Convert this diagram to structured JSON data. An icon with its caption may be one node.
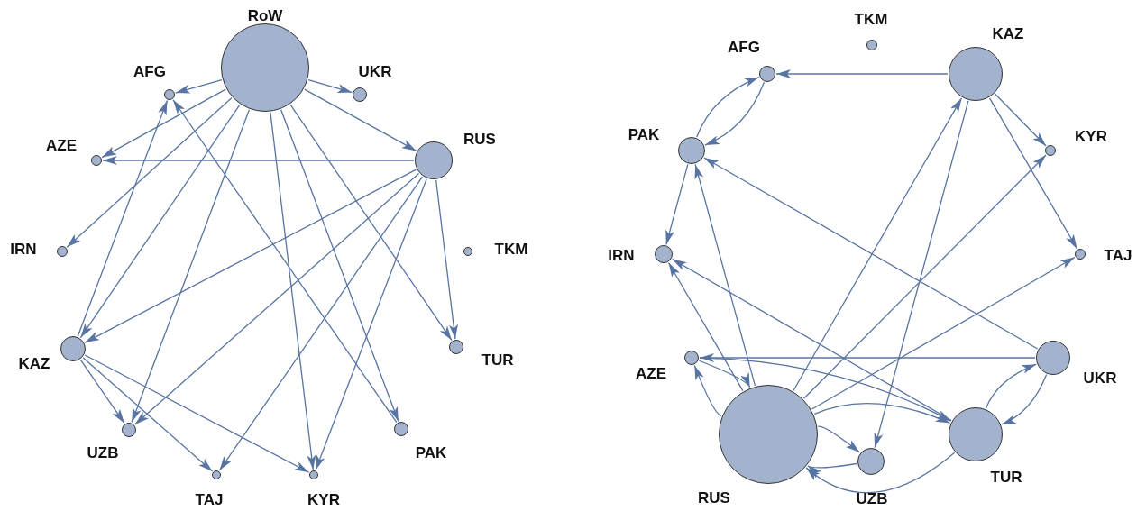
{
  "diagram": {
    "nodes": [
      {
        "text": [
          "RoW"
        ]
      },
      {
        "text": [
          "AFG"
        ]
      },
      {
        "text": [
          "UKR"
        ]
      },
      {
        "text": [
          "AZE"
        ]
      },
      {
        "text": [
          "RUS"
        ]
      },
      {
        "text": [
          "IRN"
        ]
      },
      {
        "text": [
          "TKM"
        ]
      },
      {
        "text": [
          "KAZ"
        ]
      },
      {
        "text": [
          "TUR"
        ]
      },
      {
        "text": [
          "UZB"
        ]
      },
      {
        "text": [
          "PAK"
        ]
      },
      {
        "text": [
          "TAJ"
        ]
      },
      {
        "text": [
          "KYR"
        ]
      },
      {
        "text": [
          "TKM"
        ]
      },
      {
        "text": [
          "AFG"
        ]
      },
      {
        "text": [
          "KAZ"
        ]
      },
      {
        "text": [
          "PAK"
        ]
      },
      {
        "text": [
          "KYR"
        ]
      },
      {
        "text": [
          "IRN"
        ]
      },
      {
        "text": [
          "TAJ"
        ]
      },
      {
        "text": [
          "AZE"
        ]
      },
      {
        "text": [
          "UKR"
        ]
      },
      {
        "text": [
          "RUS"
        ]
      },
      {
        "text": [
          "TUR"
        ]
      },
      {
        "text": [
          "UZB"
        ]
      }
    ],
    "edges": [
      {
        "from": 0,
        "to": 1,
        "arrow": "to"
      },
      {
        "from": 0,
        "to": 2,
        "arrow": "to"
      },
      {
        "from": 0,
        "to": 4,
        "arrow": "to"
      },
      {
        "from": 0,
        "to": 3,
        "arrow": "to"
      },
      {
        "from": 0,
        "to": 5,
        "arrow": "to"
      },
      {
        "from": 0,
        "to": 7,
        "arrow": "to"
      },
      {
        "from": 0,
        "to": 9,
        "arrow": "to"
      },
      {
        "from": 0,
        "to": 12,
        "arrow": "to"
      },
      {
        "from": 0,
        "to": 10,
        "arrow": "to"
      },
      {
        "from": 0,
        "to": 8,
        "arrow": "to"
      },
      {
        "from": 4,
        "to": 3,
        "arrow": "to"
      },
      {
        "from": 4,
        "to": 7,
        "arrow": "to"
      },
      {
        "from": 4,
        "to": 9,
        "arrow": "to"
      },
      {
        "from": 4,
        "to": 11,
        "arrow": "to"
      },
      {
        "from": 4,
        "to": 12,
        "arrow": "to"
      },
      {
        "from": 4,
        "to": 8,
        "arrow": "to"
      },
      {
        "from": 7,
        "to": 1,
        "arrow": "to"
      },
      {
        "from": 7,
        "to": 9,
        "arrow": "to"
      },
      {
        "from": 7,
        "to": 11,
        "arrow": "to"
      },
      {
        "from": 7,
        "to": 12,
        "arrow": "to"
      },
      {
        "from": 10,
        "to": 1,
        "arrow": "to"
      },
      {
        "from": 15,
        "to": 14,
        "arrow": "to"
      },
      {
        "from": 14,
        "to": 16,
        "arrow": "to"
      },
      {
        "from": 16,
        "to": 14,
        "arrow": "to"
      },
      {
        "from": 15,
        "to": 17,
        "arrow": "to"
      },
      {
        "from": 15,
        "to": 19,
        "arrow": "to"
      },
      {
        "from": 15,
        "to": 24,
        "arrow": "to"
      },
      {
        "from": 16,
        "to": 18,
        "arrow": "to"
      },
      {
        "from": 22,
        "to": 16,
        "arrow": "to"
      },
      {
        "from": 21,
        "to": 16,
        "arrow": "to"
      },
      {
        "from": 22,
        "to": 15,
        "arrow": "to"
      },
      {
        "from": 22,
        "to": 17,
        "arrow": "to"
      },
      {
        "from": 22,
        "to": 19,
        "arrow": "to"
      },
      {
        "from": 22,
        "to": 18,
        "arrow": "to"
      },
      {
        "from": 23,
        "to": 18,
        "arrow": "to"
      },
      {
        "from": 22,
        "to": 20,
        "arrow": "to"
      },
      {
        "from": 20,
        "to": 22,
        "arrow": "to"
      },
      {
        "from": 21,
        "to": 20,
        "arrow": "to"
      },
      {
        "from": 20,
        "to": 23,
        "arrow": "to"
      },
      {
        "from": 22,
        "to": 23,
        "arrow": "to"
      },
      {
        "from": 23,
        "to": 22,
        "arrow": "to"
      },
      {
        "from": 22,
        "to": 24,
        "arrow": "to"
      },
      {
        "from": 24,
        "to": 22,
        "arrow": "to"
      },
      {
        "from": 23,
        "to": 21,
        "arrow": "to"
      },
      {
        "from": 21,
        "to": 23,
        "arrow": "to"
      }
    ]
  }
}
